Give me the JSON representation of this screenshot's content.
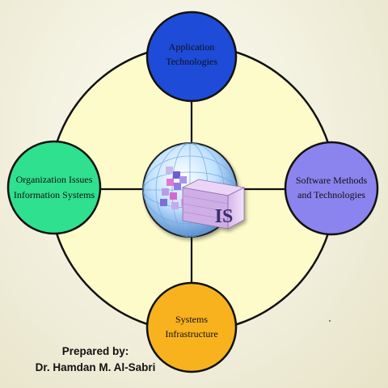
{
  "diagram": {
    "center_label": "IS",
    "nodes": {
      "top": {
        "line1": "Application",
        "line2": "Technologies",
        "color": "#1e4bd8"
      },
      "right": {
        "line1": "Software Methods",
        "line2": "and Technologies",
        "color": "#8c84ee"
      },
      "bottom": {
        "line1": "Systems",
        "line2": "Infrastructure",
        "color": "#f7b21d"
      },
      "left": {
        "line1": "Organization Issues",
        "line2": "Information Systems",
        "color": "#2fe08e"
      }
    },
    "ring_fill": "#fdfbc9"
  },
  "credits": {
    "line1": "Prepared by:",
    "line2": "Dr. Hamdan M. Al-Sabri"
  }
}
